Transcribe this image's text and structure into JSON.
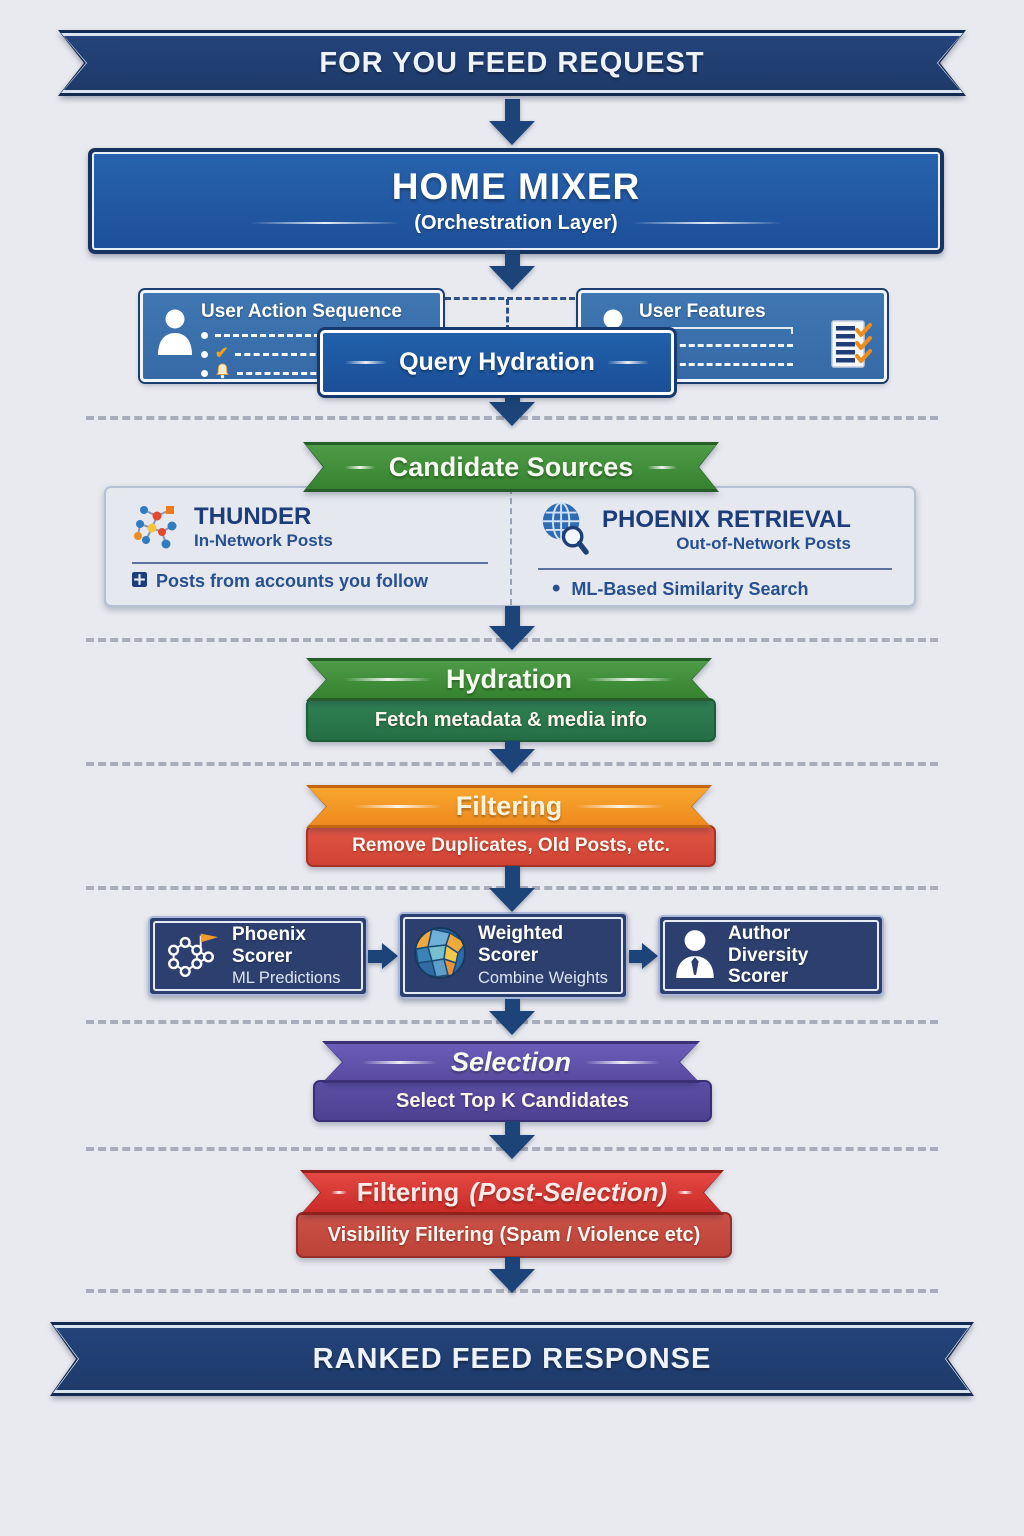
{
  "top_banner": {
    "label": "FOR YOU FEED REQUEST"
  },
  "home_mixer": {
    "title": "HOME MIXER",
    "subtitle": "(Orchestration Layer)"
  },
  "query_hydration": {
    "user_action_sequence": {
      "title": "User Action Sequence"
    },
    "user_features": {
      "title": "User Features"
    },
    "label": "Query Hydration"
  },
  "candidate_sources": {
    "banner_label": "Candidate Sources",
    "thunder": {
      "name": "THUNDER",
      "type": "In-Network Posts",
      "description": "Posts from accounts you follow"
    },
    "phoenix_retrieval": {
      "name": "PHOENIX RETRIEVAL",
      "type": "Out-of-Network Posts",
      "description": "ML-Based Similarity Search"
    }
  },
  "hydration": {
    "title": "Hydration",
    "description": "Fetch metadata & media info"
  },
  "filtering": {
    "title": "Filtering",
    "description": "Remove Duplicates, Old Posts, etc."
  },
  "scoring": {
    "phoenix_scorer": {
      "title": "Phoenix Scorer",
      "subtitle": "ML Predictions"
    },
    "weighted_scorer": {
      "title": "Weighted Scorer",
      "subtitle": "Combine Weights"
    },
    "author_diversity_scorer": {
      "title": "Author Diversity Scorer"
    }
  },
  "selection": {
    "title": "Selection",
    "description": "Select Top K Candidates"
  },
  "post_selection_filtering": {
    "title": "Filtering",
    "title_suffix": "(Post-Selection)",
    "description": "Visibility Filtering (Spam / Violence etc)"
  },
  "bottom_banner": {
    "label": "RANKED FEED RESPONSE"
  },
  "colors": {
    "background": "#e9eaef",
    "navy_banner": "#1e3a66",
    "home_mixer_blue": "#2763ad",
    "side_box_blue": "#3f77b2",
    "query_box_blue": "#2160ab",
    "arrow_navy": "#1c4478",
    "green_banner": "#3f8a3d",
    "green_sub_bar": "#2e7d4f",
    "orange_banner": "#f29a26",
    "red_sub_bar": "#d84b3a",
    "scorer_navy": "#2c3f6e",
    "purple_banner": "#5d4fa1",
    "purple_sub_bar": "#55489a",
    "red_banner": "#d93732",
    "red_banner_sub": "#c34a40",
    "separator_gray": "#9ea3b0"
  }
}
